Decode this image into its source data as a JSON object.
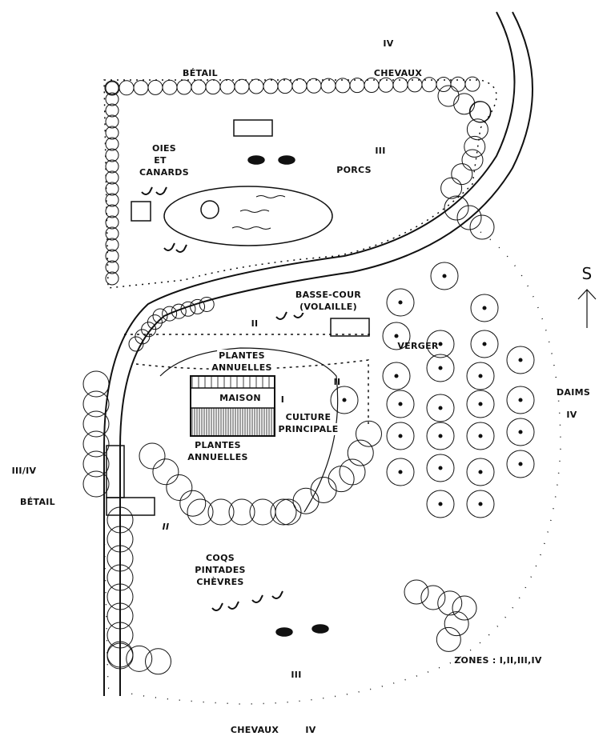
{
  "labels": {
    "top_zone": "IV",
    "betail_top": "BÉTAIL",
    "chevaux_top": "CHEVAUX",
    "oies": "OIES",
    "et": "ET",
    "canards": "CANARDS",
    "zone_iii_top": "III",
    "porcs": "PORCS",
    "compass": "S",
    "basse_cour": "BASSE-COUR",
    "volaille": "(VOLAILLE)",
    "zone_ii_mid": "II",
    "verger": "VERGER",
    "plantes1": "PLANTES",
    "annuelles1": "ANNUELLES",
    "zone_ii_right": "II",
    "maison": "MAISON",
    "zone_i": "I",
    "culture": "CULTURE",
    "principale": "PRINCIPALE",
    "daims": "DAIMS",
    "daims_zone": "IV",
    "plantes2": "PLANTES",
    "annuelles2": "ANNUELLES",
    "left_zone": "III/IV",
    "betail_left": "BÉTAIL",
    "zone_ii_low": "II",
    "coqs": "COQS",
    "pintades": "PINTADES",
    "chevres": "CHÈVRES",
    "zones_legend": "ZONES : I,II,III,IV",
    "zone_iii_bottom": "III",
    "chevaux_bottom": "CHEVAUX",
    "bottom_zone": "IV"
  },
  "colors": {
    "ink": "#111111",
    "paper": "#ffffff"
  }
}
